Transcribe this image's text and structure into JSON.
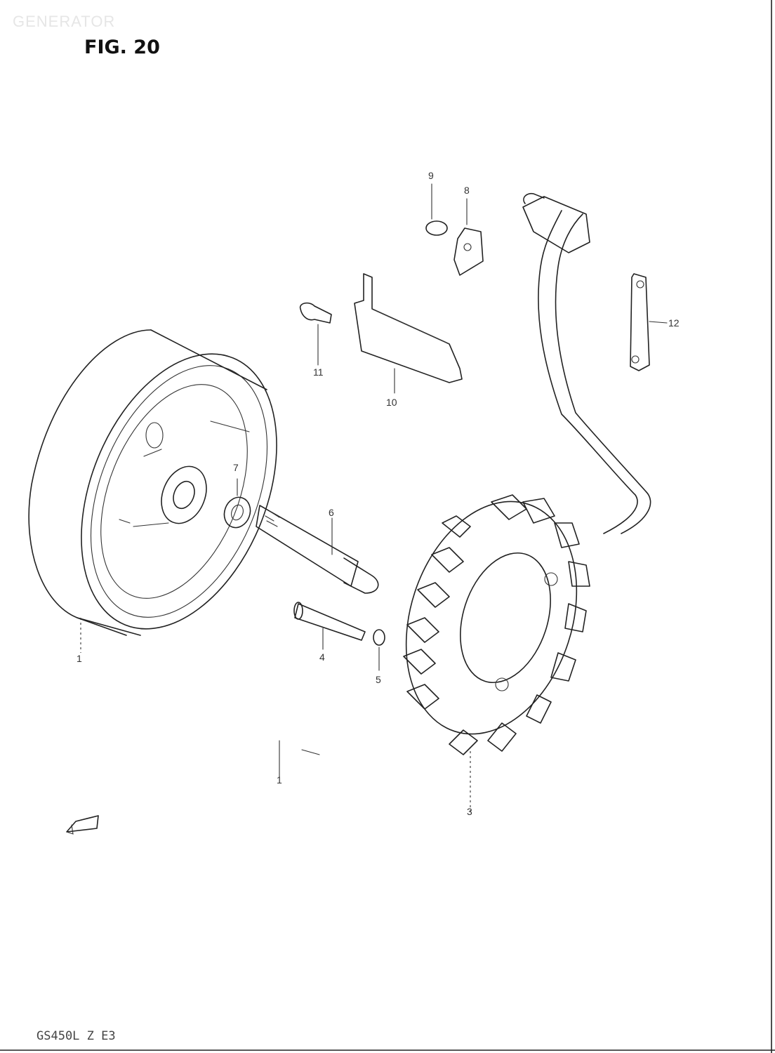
{
  "section": "GENERATOR",
  "figure": {
    "title": "FIG. 20"
  },
  "footer": {
    "code": "GS450L Z  E3"
  },
  "callouts": [
    {
      "id": "1",
      "label": "1"
    },
    {
      "id": "1b",
      "label": "1"
    },
    {
      "id": "3",
      "label": "3"
    },
    {
      "id": "4",
      "label": "4"
    },
    {
      "id": "5",
      "label": "5"
    },
    {
      "id": "6",
      "label": "6"
    },
    {
      "id": "7",
      "label": "7"
    },
    {
      "id": "8",
      "label": "8"
    },
    {
      "id": "9",
      "label": "9"
    },
    {
      "id": "10",
      "label": "10"
    },
    {
      "id": "11",
      "label": "11"
    },
    {
      "id": "12",
      "label": "12"
    }
  ]
}
